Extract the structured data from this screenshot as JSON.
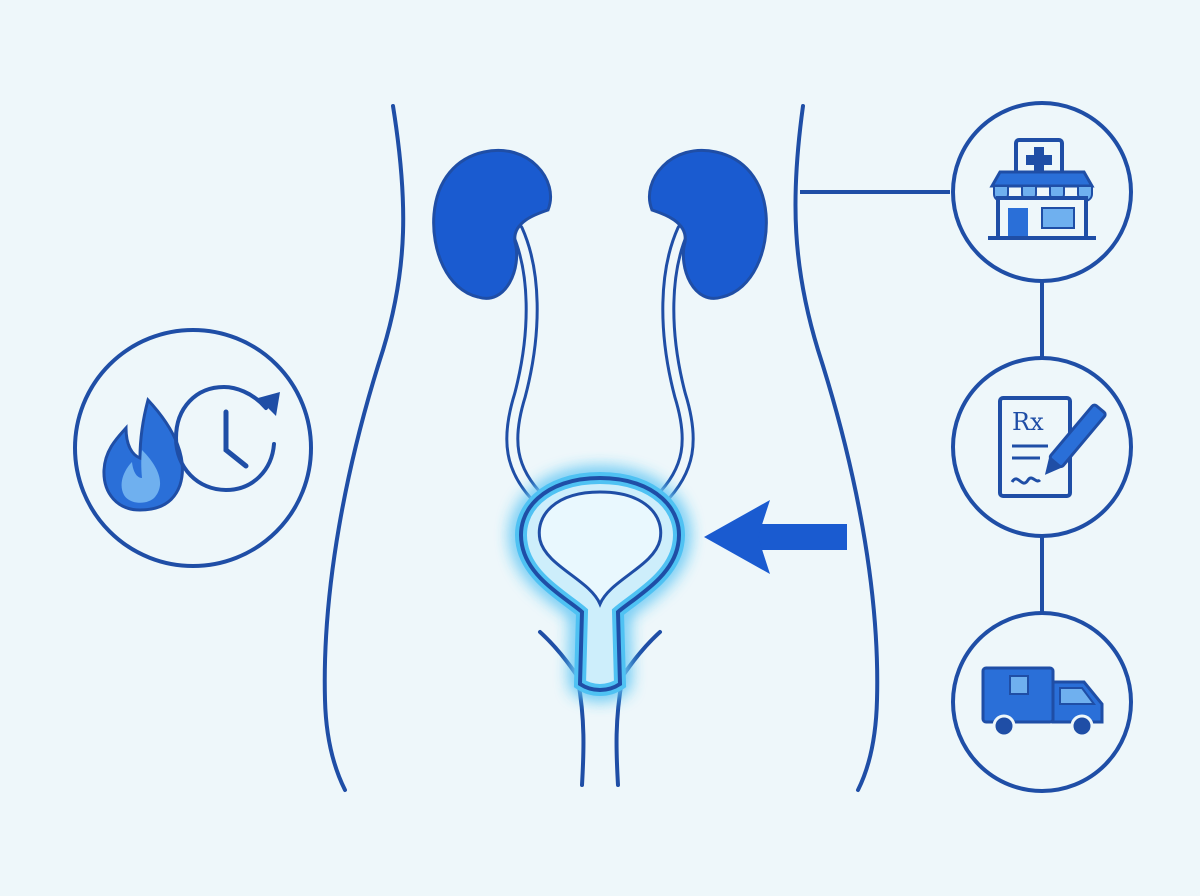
{
  "diagram": {
    "subject": "urinary-tract",
    "highlighted_organ": "bladder",
    "left_badge": {
      "icons": [
        "flame-icon",
        "clock-refresh-icon"
      ]
    },
    "right_chain": [
      {
        "icon": "pharmacy-store-icon"
      },
      {
        "icon": "prescription-pen-icon"
      },
      {
        "icon": "delivery-truck-icon"
      }
    ],
    "prescription_mark": "Rx"
  },
  "colors": {
    "background": "#eef7fa",
    "stroke": "#1f4ea6",
    "organ_fill": "#1a5bd0",
    "icon_fill": "#2a6fd8",
    "icon_light": "#6fb0ef",
    "highlight_glow": "#4fc2f3",
    "bladder_fill": "#cdeefb"
  }
}
